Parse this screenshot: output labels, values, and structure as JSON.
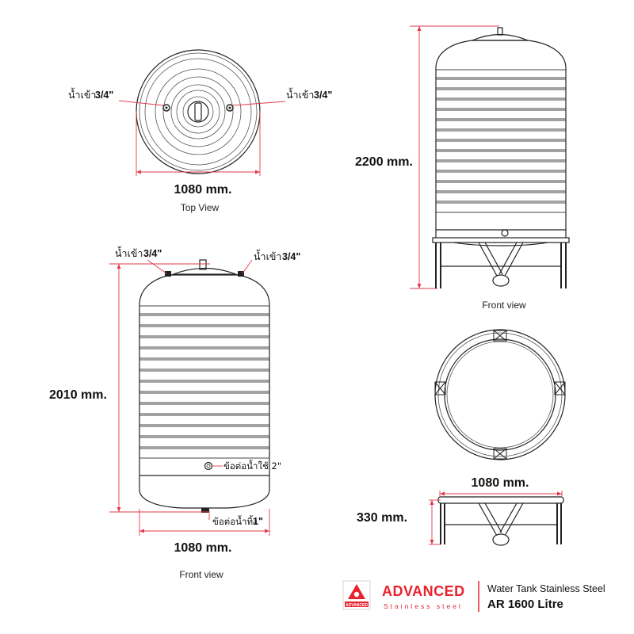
{
  "views": {
    "top": {
      "inlet_left_label": "น้ำเข้า",
      "inlet_left_size": "3/4\"",
      "inlet_right_label": "น้ำเข้า",
      "inlet_right_size": "3/4\"",
      "width_label": "1080 mm.",
      "caption": "Top View"
    },
    "front_left": {
      "inlet_left_label": "น้ำเข้า",
      "inlet_left_size": "3/4\"",
      "inlet_right_label": "น้ำเข้า",
      "inlet_right_size": "3/4\"",
      "height_label": "2010 mm.",
      "outlet_label": "ข้อต่อน้ำใช้ 2\"",
      "drain_label": "ข้อต่อน้ำทิ้ง",
      "drain_size": "1\"",
      "width_label": "1080 mm.",
      "caption": "Front view"
    },
    "front_right": {
      "height_label": "2200 mm.",
      "caption": "Front view"
    },
    "stand": {
      "width_label": "1080 mm.",
      "height_label": "330 mm."
    }
  },
  "brand": {
    "logo_text": "ADVANCED",
    "name": "ADVANCED",
    "tagline": "Stainless  steel",
    "product_line": "Water Tank Stainless Steel",
    "model": "AR 1600 Litre",
    "accent_color": "#e8222e"
  }
}
